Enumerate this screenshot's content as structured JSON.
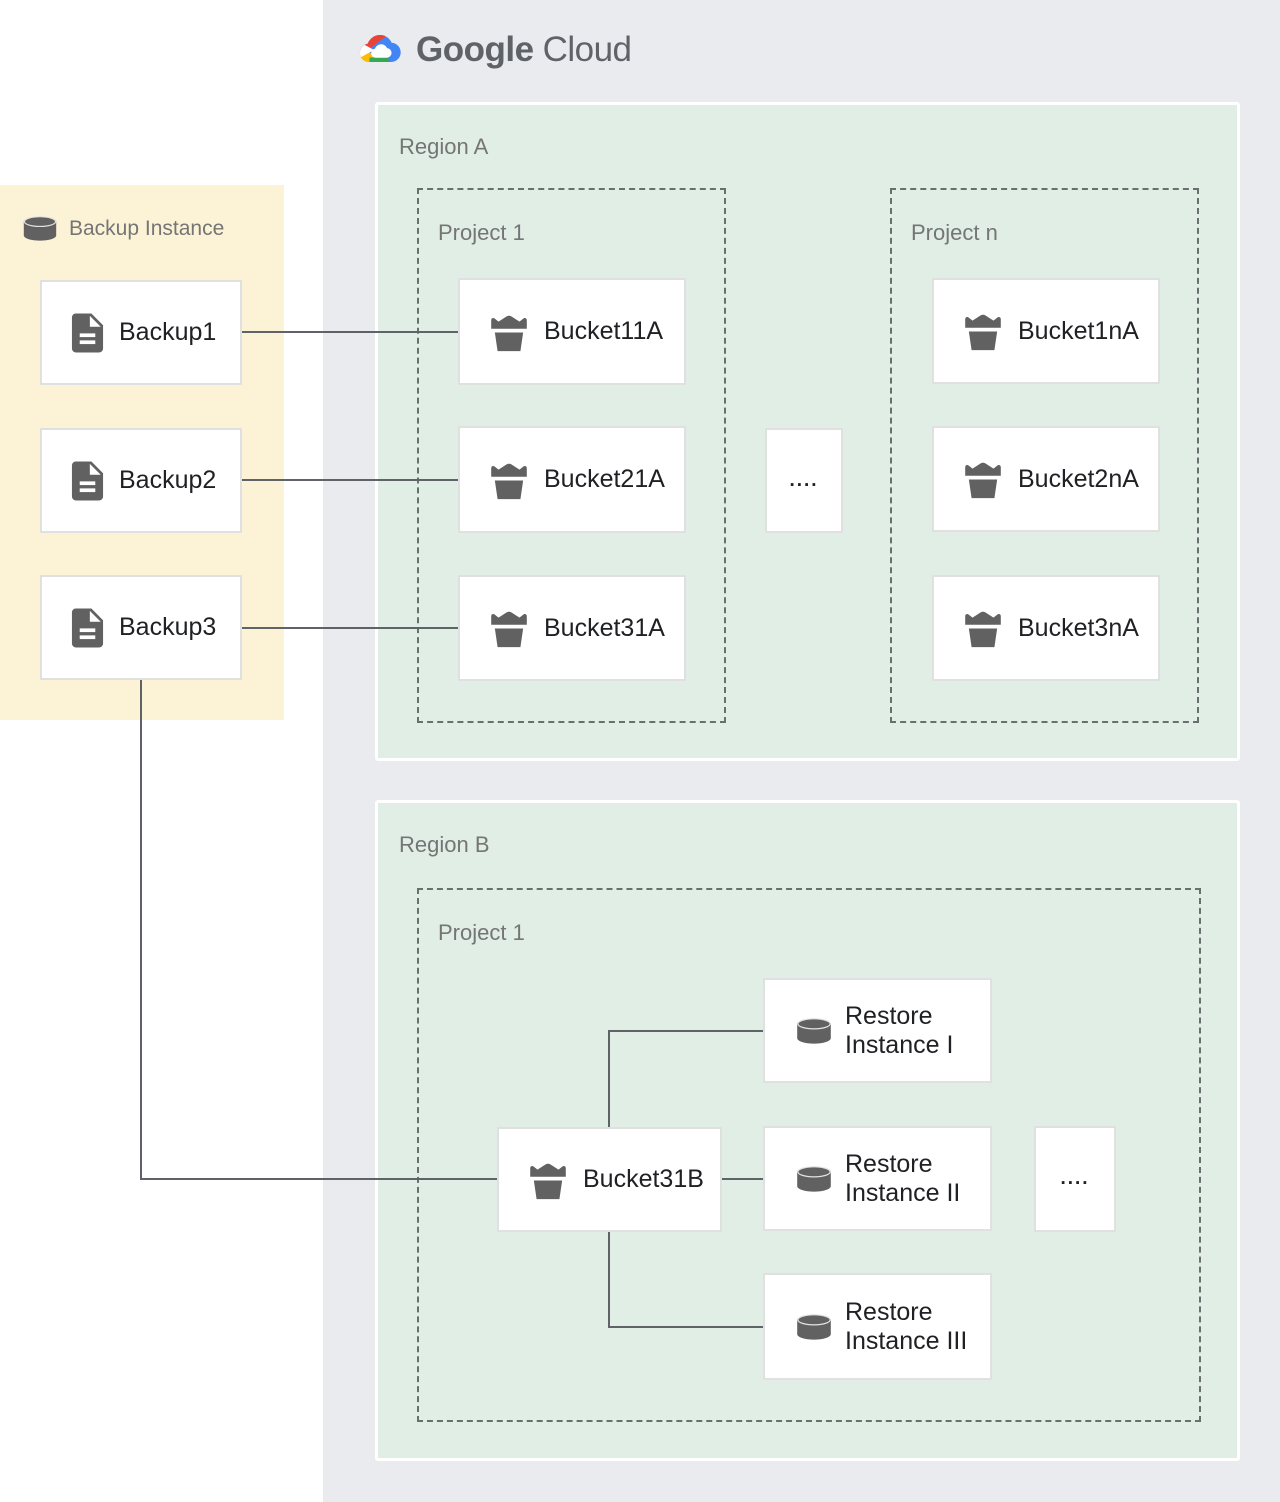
{
  "logo": {
    "part1": "Google",
    "part2": "Cloud"
  },
  "backup_panel": {
    "title": "Backup Instance",
    "items": [
      {
        "label": "Backup1"
      },
      {
        "label": "Backup2"
      },
      {
        "label": "Backup3"
      }
    ]
  },
  "region_a": {
    "label": "Region A",
    "project_1": {
      "label": "Project 1",
      "buckets": [
        {
          "label": "Bucket11A"
        },
        {
          "label": "Bucket21A"
        },
        {
          "label": "Bucket31A"
        }
      ]
    },
    "ellipsis": "....",
    "project_n": {
      "label": "Project n",
      "buckets": [
        {
          "label": "Bucket1nA"
        },
        {
          "label": "Bucket2nA"
        },
        {
          "label": "Bucket3nA"
        }
      ]
    }
  },
  "region_b": {
    "label": "Region B",
    "project_1": {
      "label": "Project 1"
    },
    "bucket": {
      "label": "Bucket31B"
    },
    "restore_instances": [
      {
        "label": "Restore Instance I"
      },
      {
        "label": "Restore Instance II"
      },
      {
        "label": "Restore Instance III"
      }
    ],
    "ellipsis": "...."
  },
  "colors": {
    "panel_bg": "#e9ebee",
    "region_bg": "#e0eee6",
    "backup_panel_bg": "#fcf3d7",
    "node_border": "#e0e0e0",
    "connector": "#5f6368",
    "icon_gray": "#616161",
    "label_gray": "#757575",
    "text_dark": "#202124",
    "logo_blue": "#4285f4",
    "logo_red": "#ea4335",
    "logo_yellow": "#fbbc05",
    "logo_green": "#34a853"
  }
}
